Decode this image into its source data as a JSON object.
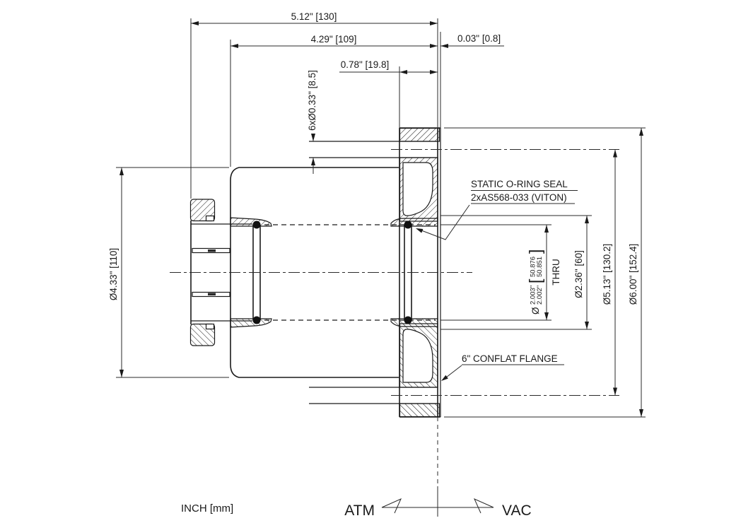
{
  "drawing": {
    "labels": {
      "oring_line1": "STATIC O-RING SEAL",
      "oring_line2": "2xAS568-033 (VITON)",
      "flange_label": "6\" CONFLAT FLANGE"
    },
    "dimensions": {
      "overall_length": "5.12\" [130]",
      "body_length": "4.29\" [109]",
      "face_offset": "0.03\" [0.8]",
      "flange_thickness": "0.78\" [19.8]",
      "bolt_holes": "6xØ0.33\" [8.5]",
      "body_od": "Ø4.33\" [110]",
      "bore_prefix": "Ø",
      "bore_inch_upper": "2.003\"",
      "bore_inch_lower": "2.002\"",
      "bore_bracket_open": "[",
      "bore_mm_upper": "50.876",
      "bore_mm_lower": "50.851",
      "bore_bracket_close": "]",
      "bore_thru": "THRU",
      "groove_od": "Ø2.36\" [60]",
      "bolt_circle": "Ø5.13\" [130.2]",
      "flange_od": "Ø6.00\" [152.4]"
    },
    "footer": {
      "units_note": "INCH [mm]",
      "atmosphere_side": "ATM",
      "vacuum_side": "VAC"
    },
    "colors": {
      "line": "#1a1a1a",
      "background": "#ffffff"
    }
  }
}
